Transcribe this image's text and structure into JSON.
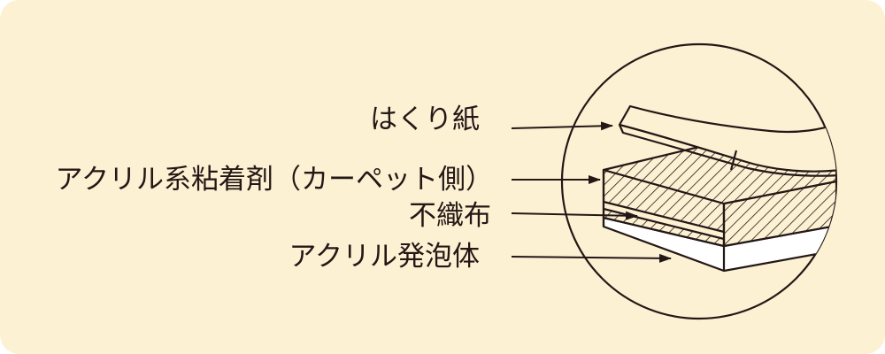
{
  "labels": {
    "release_paper": "はくり紙",
    "acrylic_adhesive": "アクリル系粘着剤（カーペット側）",
    "nonwoven": "不織布",
    "acrylic_foam": "アクリル発泡体"
  },
  "colors": {
    "background": "#fdf1d4",
    "stroke": "#231815",
    "foam_layer": "#ffffff"
  }
}
